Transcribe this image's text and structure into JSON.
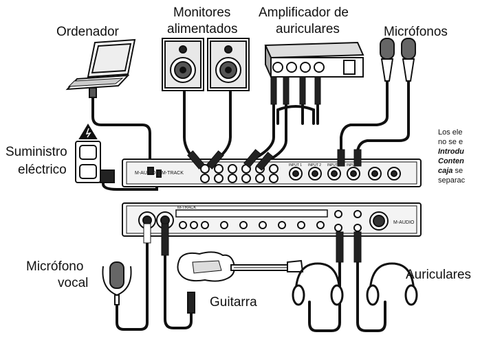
{
  "labels": {
    "computer": "Ordenador",
    "monitors_l1": "Monitores",
    "monitors_l2": "alimentados",
    "headamp_l1": "Amplificador de",
    "headamp_l2": "auriculares",
    "microphones": "Micrófonos",
    "power_l1": "Suministro",
    "power_l2": "eléctrico",
    "vocal_mic_l1": "Micrófono",
    "vocal_mic_l2": "vocal",
    "guitar": "Guitarra",
    "headphones": "Auriculares"
  },
  "note": {
    "line1": "Los ele",
    "line2": "no se e",
    "line3": "Introdu",
    "line4": "Conten",
    "line5_bold": "caja",
    "line5_rest": " se",
    "line6": "separac"
  },
  "device": {
    "brand": "M-AUDIO",
    "model": "M-TRACK",
    "input_labels": [
      "INPUT 1",
      "INPUT 2",
      "INPUT 3",
      "INPUT 4"
    ]
  }
}
